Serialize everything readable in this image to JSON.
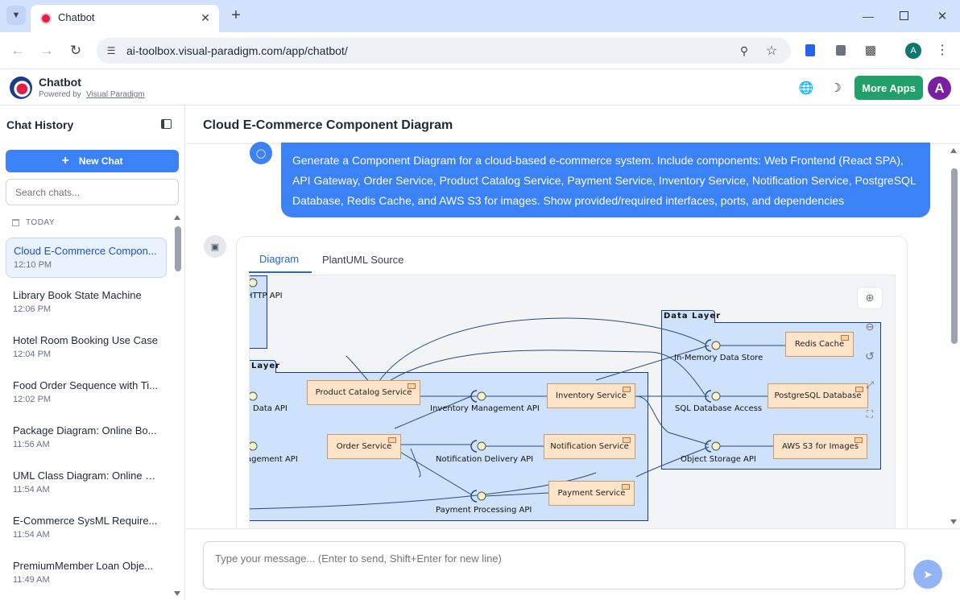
{
  "browser": {
    "tab_title": "Chatbot",
    "url": "ai-toolbox.visual-paradigm.com/app/chatbot/",
    "profile_initial": "A"
  },
  "app": {
    "title": "Chatbot",
    "powered_prefix": "Powered by",
    "powered_link": "Visual Paradigm",
    "more_apps": "More Apps",
    "avatar_initial": "A",
    "accent": "#3b82f6",
    "more_apps_color": "#22a06b",
    "avatar_color": "#7b1fa2"
  },
  "sidebar": {
    "header": "Chat History",
    "new_chat": "New Chat",
    "search_placeholder": "Search chats...",
    "group_label": "TODAY",
    "items": [
      {
        "title": "Cloud E-Commerce Compon...",
        "time": "12:10 PM"
      },
      {
        "title": "Library Book State Machine",
        "time": "12:06 PM"
      },
      {
        "title": "Hotel Room Booking Use Case",
        "time": "12:04 PM"
      },
      {
        "title": "Food Order Sequence with Ti...",
        "time": "12:02 PM"
      },
      {
        "title": "Package Diagram: Online Bo...",
        "time": "11:56 AM"
      },
      {
        "title": "UML Class Diagram: Online L...",
        "time": "11:54 AM"
      },
      {
        "title": "E-Commerce SysML Require...",
        "time": "11:54 AM"
      },
      {
        "title": "PremiumMember Loan Obje...",
        "time": "11:49 AM"
      }
    ]
  },
  "main": {
    "title": "Cloud E-Commerce Component Diagram",
    "user_message": "Generate a Component Diagram for a cloud-based e-commerce system. Include components: Web Frontend (React SPA), API Gateway, Order Service, Product Catalog Service, Payment Service, Inventory Service, Notification Service, PostgreSQL Database, Redis Cache, and AWS S3 for images. Show provided/required interfaces, ports, and dependencies",
    "tabs": [
      "Diagram",
      "PlantUML Source"
    ],
    "input_placeholder": "Type your message... (Enter to send, Shift+Enter for new line)"
  },
  "diagram": {
    "packages": {
      "data_layer": "Data Layer",
      "service_layer": "Layer"
    },
    "components": {
      "product_catalog": "Product Catalog Service",
      "order": "Order Service",
      "inventory": "Inventory Service",
      "notification": "Notification Service",
      "payment": "Payment Service",
      "redis": "Redis Cache",
      "postgres": "PostgreSQL Database",
      "s3": "AWS S3 for Images"
    },
    "interfaces": {
      "http_api": "HTTP API",
      "data_api": "Data API",
      "mgmt_api": "agement API",
      "inventory_api": "Inventory Management API",
      "notification_api": "Notification Delivery API",
      "payment_api": "Payment Processing API",
      "memory_store": "In-Memory Data Store",
      "sql_access": "SQL Database Access",
      "object_storage": "Object Storage API"
    }
  }
}
